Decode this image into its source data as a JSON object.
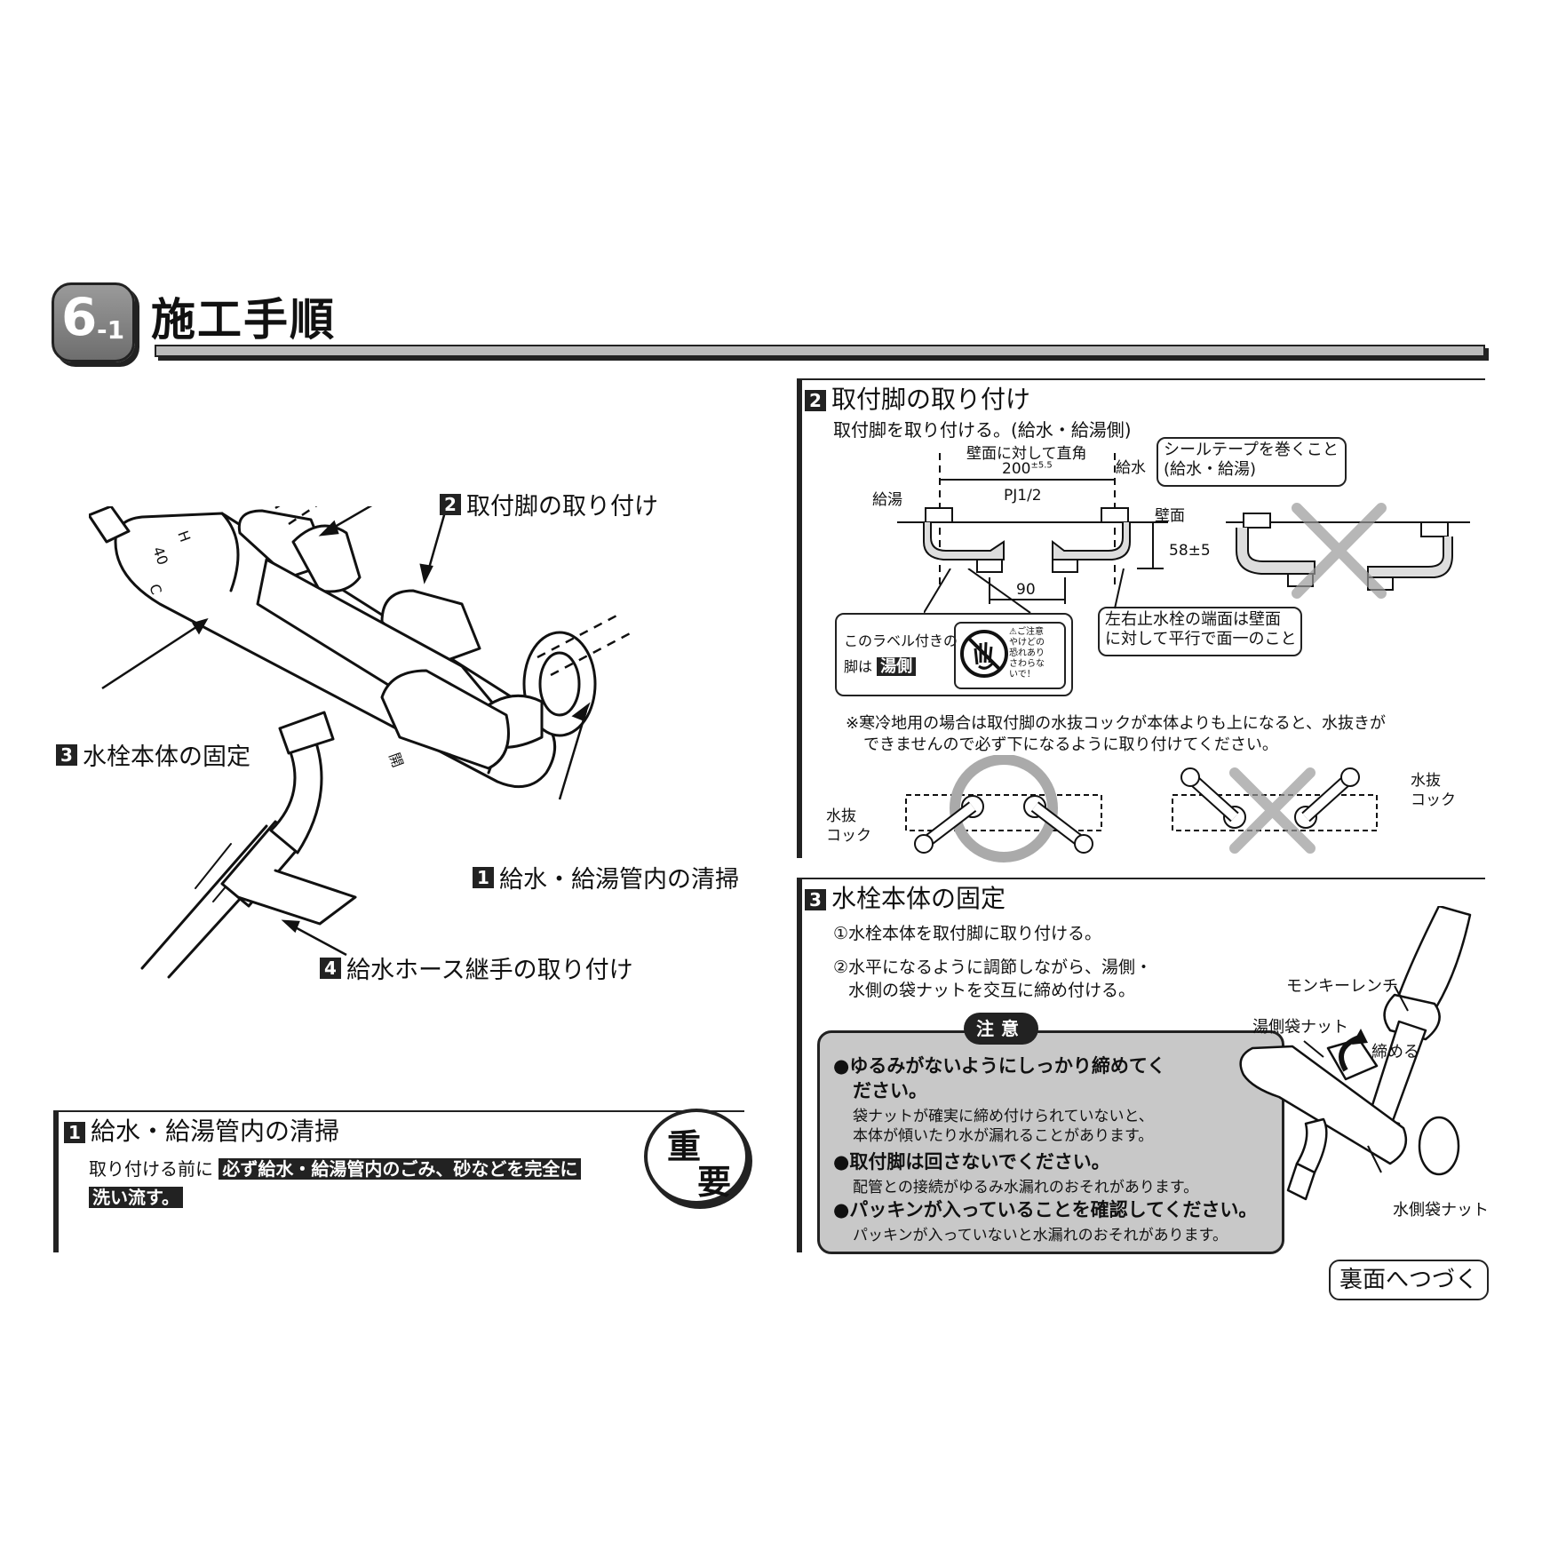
{
  "header": {
    "section_num": "6",
    "section_sub": "-1",
    "title": "施工手順"
  },
  "overview": {
    "label_2": {
      "num": "2",
      "text": "取付脚の取り付け"
    },
    "label_3": {
      "num": "3",
      "text": "水栓本体の固定"
    },
    "label_1": {
      "num": "1",
      "text": "給水・給湯管内の清掃"
    },
    "label_4": {
      "num": "4",
      "text": "給水ホース継手の取り付け"
    },
    "dial_40": "40",
    "dial_h": "H",
    "dial_c": "C",
    "open_label": "開"
  },
  "step1": {
    "num": "1",
    "title": "給水・給湯管内の清掃",
    "text_prefix": "取り付ける前に",
    "text_highlight_1": "必ず給水・給湯管内のごみ、砂などを完全に",
    "text_highlight_2": "洗い流す。",
    "important_1": "重",
    "important_2": "要"
  },
  "step2": {
    "num": "2",
    "title": "取付脚の取り付け",
    "subtitle": "取付脚を取り付ける。(給水・給湯側)",
    "perp": "壁面に対して直角",
    "dim_200": "200",
    "dim_200_tol": "±5.5",
    "kyuto": "給湯",
    "kyusui": "給水",
    "pj": "PJ1/2",
    "wall": "壁面",
    "dim_58": "58±5",
    "dim_90": "90",
    "seal_1": "シールテープを巻くこと",
    "seal_2": "(給水・給湯)",
    "parallel_1": "左右止水栓の端面は壁面",
    "parallel_2": "に対して平行で面一のこと",
    "label_note_1": "このラベル付きの",
    "label_note_2": "脚は",
    "label_hot": "湯側",
    "caution_small": "⚠ご注意",
    "caution_l1": "やけどの",
    "caution_l2": "恐れあり",
    "caution_l3": "さわらな",
    "caution_l4": "いで！",
    "cold_note_1": "※寒冷地用の場合は取付脚の水抜コックが本体よりも上になると、水抜きが",
    "cold_note_2": "できませんので必ず下になるように取り付けてください。",
    "drain_left_1": "水抜",
    "drain_left_2": "コック",
    "drain_right_1": "水抜",
    "drain_right_2": "コック"
  },
  "step3": {
    "num": "3",
    "title": "水栓本体の固定",
    "inst_1": "①水栓本体を取付脚に取り付ける。",
    "inst_2a": "②水平になるように調節しながら、湯側・",
    "inst_2b": "水側の袋ナットを交互に締め付ける。",
    "caution_title": "注意",
    "c1_head_a": "●ゆるみがないようにしっかり締めてく",
    "c1_head_b": "ださい。",
    "c1_body_a": "袋ナットが確実に締め付けられていないと、",
    "c1_body_b": "本体が傾いたり水が漏れることがあります。",
    "c2_head": "●取付脚は回さないでください。",
    "c2_body": "配管との接続がゆるみ水漏れのおそれがあります。",
    "c3_head": "●パッキンが入っていることを確認してください。",
    "c3_body": "パッキンが入っていないと水漏れのおそれがあります。",
    "wrench": "モンキーレンチ",
    "hot_nut": "湯側袋ナット",
    "tighten": "締める",
    "cold_nut": "水側袋ナット"
  },
  "footer": {
    "next": "裏面へつづく"
  }
}
